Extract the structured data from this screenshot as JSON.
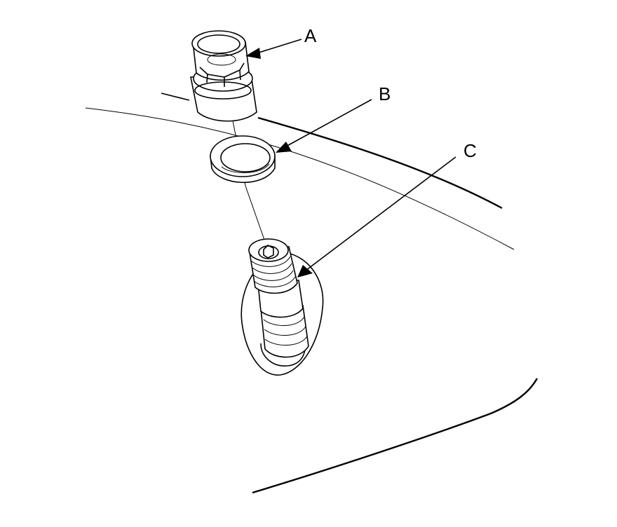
{
  "labels": {
    "a": "A",
    "b": "B",
    "c": "C"
  },
  "parts": [
    {
      "id": "a",
      "name": "socket-nut"
    },
    {
      "id": "b",
      "name": "washer"
    },
    {
      "id": "c",
      "name": "stud-bolt"
    }
  ],
  "colors": {
    "line": "#000000",
    "background": "#ffffff"
  }
}
